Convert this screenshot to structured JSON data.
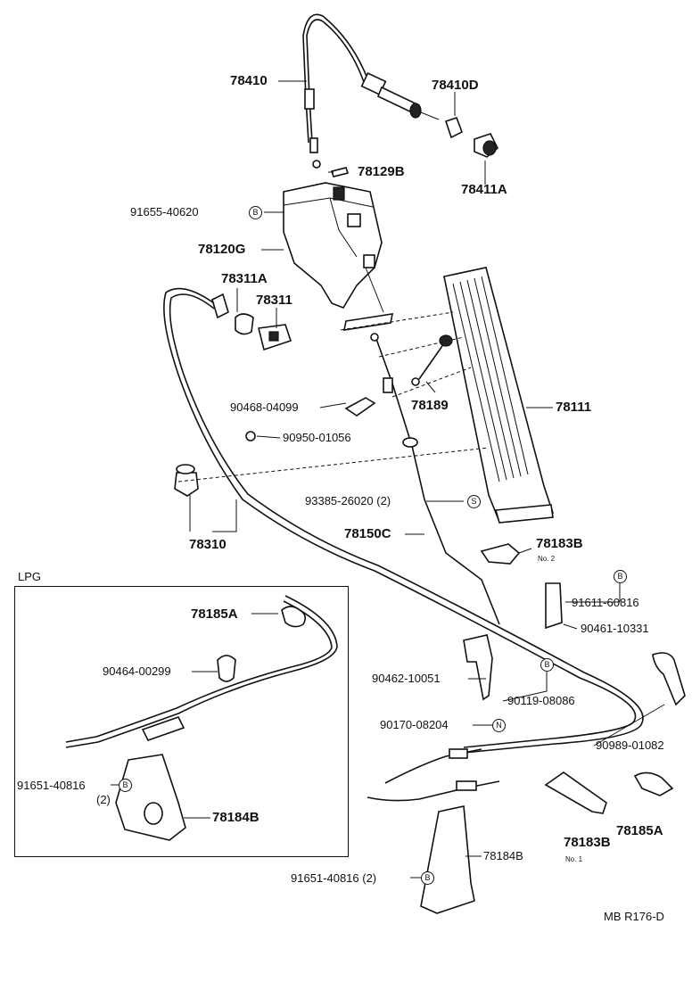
{
  "lpg": {
    "label": "LPG"
  },
  "labels": {
    "p78410": "78410",
    "p78410D": "78410D",
    "p78411A": "78411A",
    "p78129B": "78129B",
    "p91655": "91655-40620",
    "p78120G": "78120G",
    "p78311A": "78311A",
    "p78311": "78311",
    "p90468": "90468-04099",
    "p78189": "78189",
    "p78111": "78111",
    "p90950": "90950-01056",
    "p93385": "93385-26020 (2)",
    "p78310": "78310",
    "p78150C": "78150C",
    "p78183B_top": "78183B",
    "no2": "No. 2",
    "p91611": "91611-60816",
    "p90461": "90461-10331",
    "p78185A_lpg": "78185A",
    "p90464": "90464-00299",
    "p91651_lpg": "91651-40816",
    "qty2": "(2)",
    "p78184B_lpg": "78184B",
    "p90462": "90462-10051",
    "p90119": "90119-08086",
    "p90170": "90170-08204",
    "p90989": "90989-01082",
    "p78183B_bot": "78183B",
    "no1": "No. 1",
    "p78185A_bot": "78185A",
    "p78184B_bot": "78184B",
    "p91651_bot": "91651-40816 (2)",
    "diagram_code": "MB R176-D"
  },
  "markers": {
    "B": "B",
    "S": "S",
    "N": "N"
  }
}
